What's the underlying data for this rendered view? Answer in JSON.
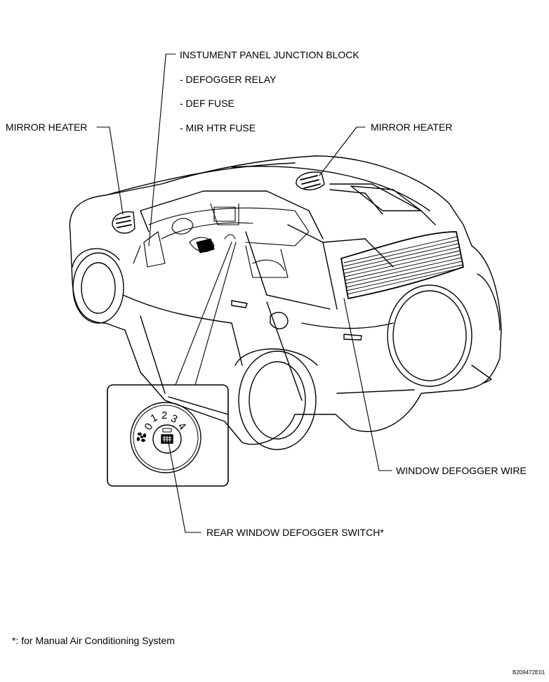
{
  "labels": {
    "junction_block": "INSTUMENT PANEL JUNCTION BLOCK",
    "defogger_relay": "- DEFOGGER RELAY",
    "def_fuse": "- DEF FUSE",
    "mir_htr_fuse": "- MIR HTR FUSE",
    "mirror_heater_left": "MIRROR HEATER",
    "mirror_heater_right": "MIRROR HEATER",
    "window_defogger_wire": "WINDOW DEFOGGER WIRE",
    "rear_defogger_switch": "REAR WINDOW DEFOGGER SWITCH*"
  },
  "dial": {
    "zero": "0",
    "one": "1",
    "two": "2",
    "three": "3",
    "four": "4"
  },
  "footnote": "*: for Manual Air Conditioning System",
  "figure_code": "B209472E01"
}
